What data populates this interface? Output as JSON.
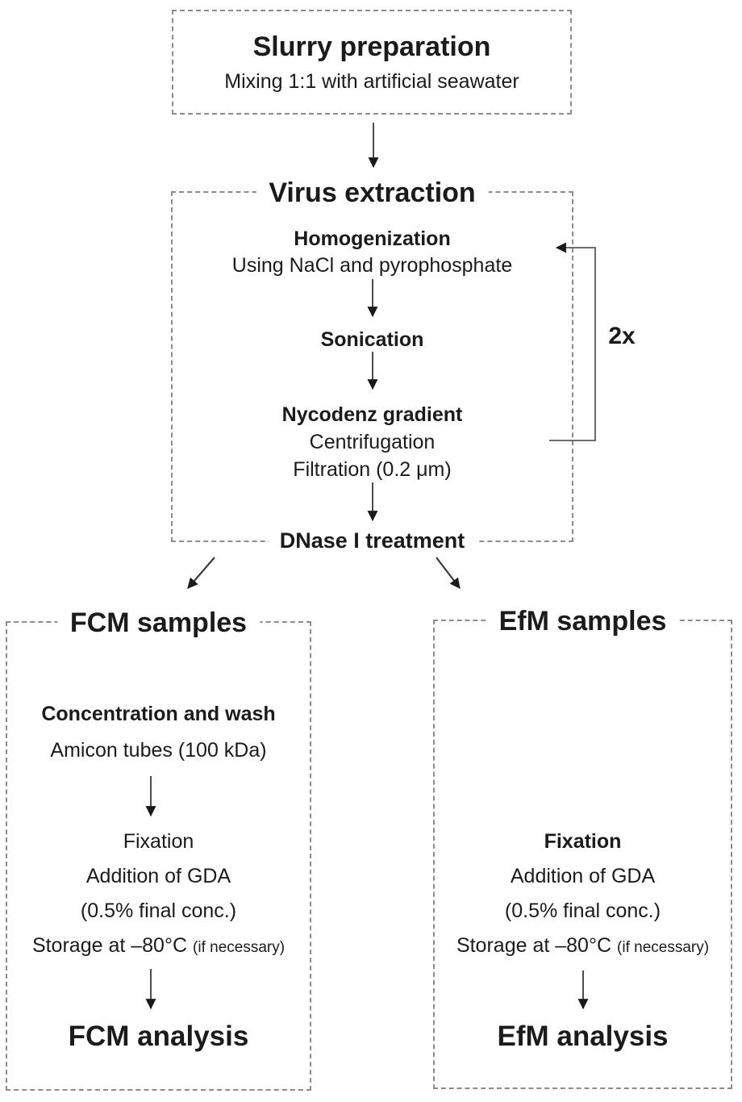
{
  "boxes": {
    "slurry": {
      "title": "Slurry preparation",
      "subtitle": "Mixing 1:1 with artificial seawater"
    },
    "virus_extraction": {
      "title": "Virus extraction",
      "homogenization": {
        "title": "Homogenization",
        "subtitle": "Using NaCl and pyrophosphate"
      },
      "sonication": {
        "title": "Sonication"
      },
      "nycodenz": {
        "title": "Nycodenz gradient",
        "line1": "Centrifugation",
        "line2": "Filtration (0.2 μm)"
      },
      "dnase": {
        "title": "DNase I treatment"
      },
      "repeat_label": "2x"
    },
    "fcm": {
      "title": "FCM samples",
      "concentration": {
        "title": "Concentration and wash",
        "subtitle": "Amicon tubes (100 kDa)"
      },
      "fixation": {
        "title": "Fixation",
        "line1": "Addition of GDA",
        "line2": "(0.5% final conc.)",
        "storage": "Storage at –80°C",
        "storage_note": "(if necessary)"
      },
      "analysis": "FCM analysis"
    },
    "efm": {
      "title": "EfM samples",
      "fixation": {
        "title": "Fixation",
        "line1": "Addition of GDA",
        "line2": "(0.5% final conc.)",
        "storage": "Storage at –80°C",
        "storage_note": "(if necessary)"
      },
      "analysis": "EfM analysis"
    }
  },
  "colors": {
    "border": "#8c8c8c",
    "text": "#1b1b1b",
    "arrow_stem": "#4d4d4d",
    "arrow_head": "#1a1a1a"
  }
}
